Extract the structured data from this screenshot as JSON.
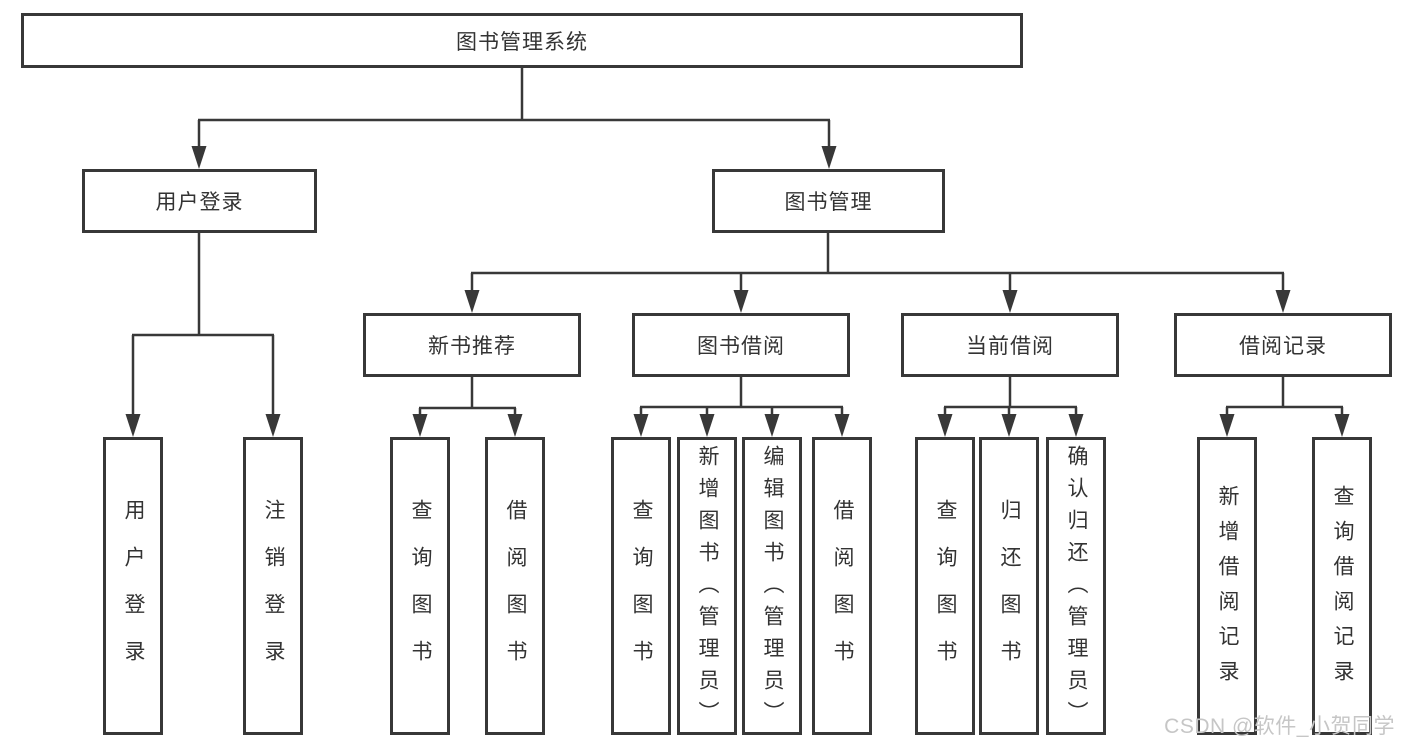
{
  "root": {
    "label": "图书管理系统"
  },
  "level2": [
    {
      "label": "用户登录"
    },
    {
      "label": "图书管理"
    }
  ],
  "level3": [
    {
      "label": "新书推荐"
    },
    {
      "label": "图书借阅"
    },
    {
      "label": "当前借阅"
    },
    {
      "label": "借阅记录"
    }
  ],
  "leaves": [
    {
      "label": "用户登录"
    },
    {
      "label": "注销登录"
    },
    {
      "label": "查询图书"
    },
    {
      "label": "借阅图书"
    },
    {
      "label": "查询图书"
    },
    {
      "label": "新增图书（管理员）"
    },
    {
      "label": "编辑图书（管理员）"
    },
    {
      "label": "借阅图书"
    },
    {
      "label": "查询图书"
    },
    {
      "label": "归还图书"
    },
    {
      "label": "确认归还（管理员）"
    },
    {
      "label": "新增借阅记录"
    },
    {
      "label": "查询借阅记录"
    }
  ],
  "watermark": "CSDN @软件_小贺同学",
  "colors": {
    "line": "#383838",
    "text": "#333333",
    "watermark": "#c6c6c6",
    "background": "#ffffff"
  }
}
